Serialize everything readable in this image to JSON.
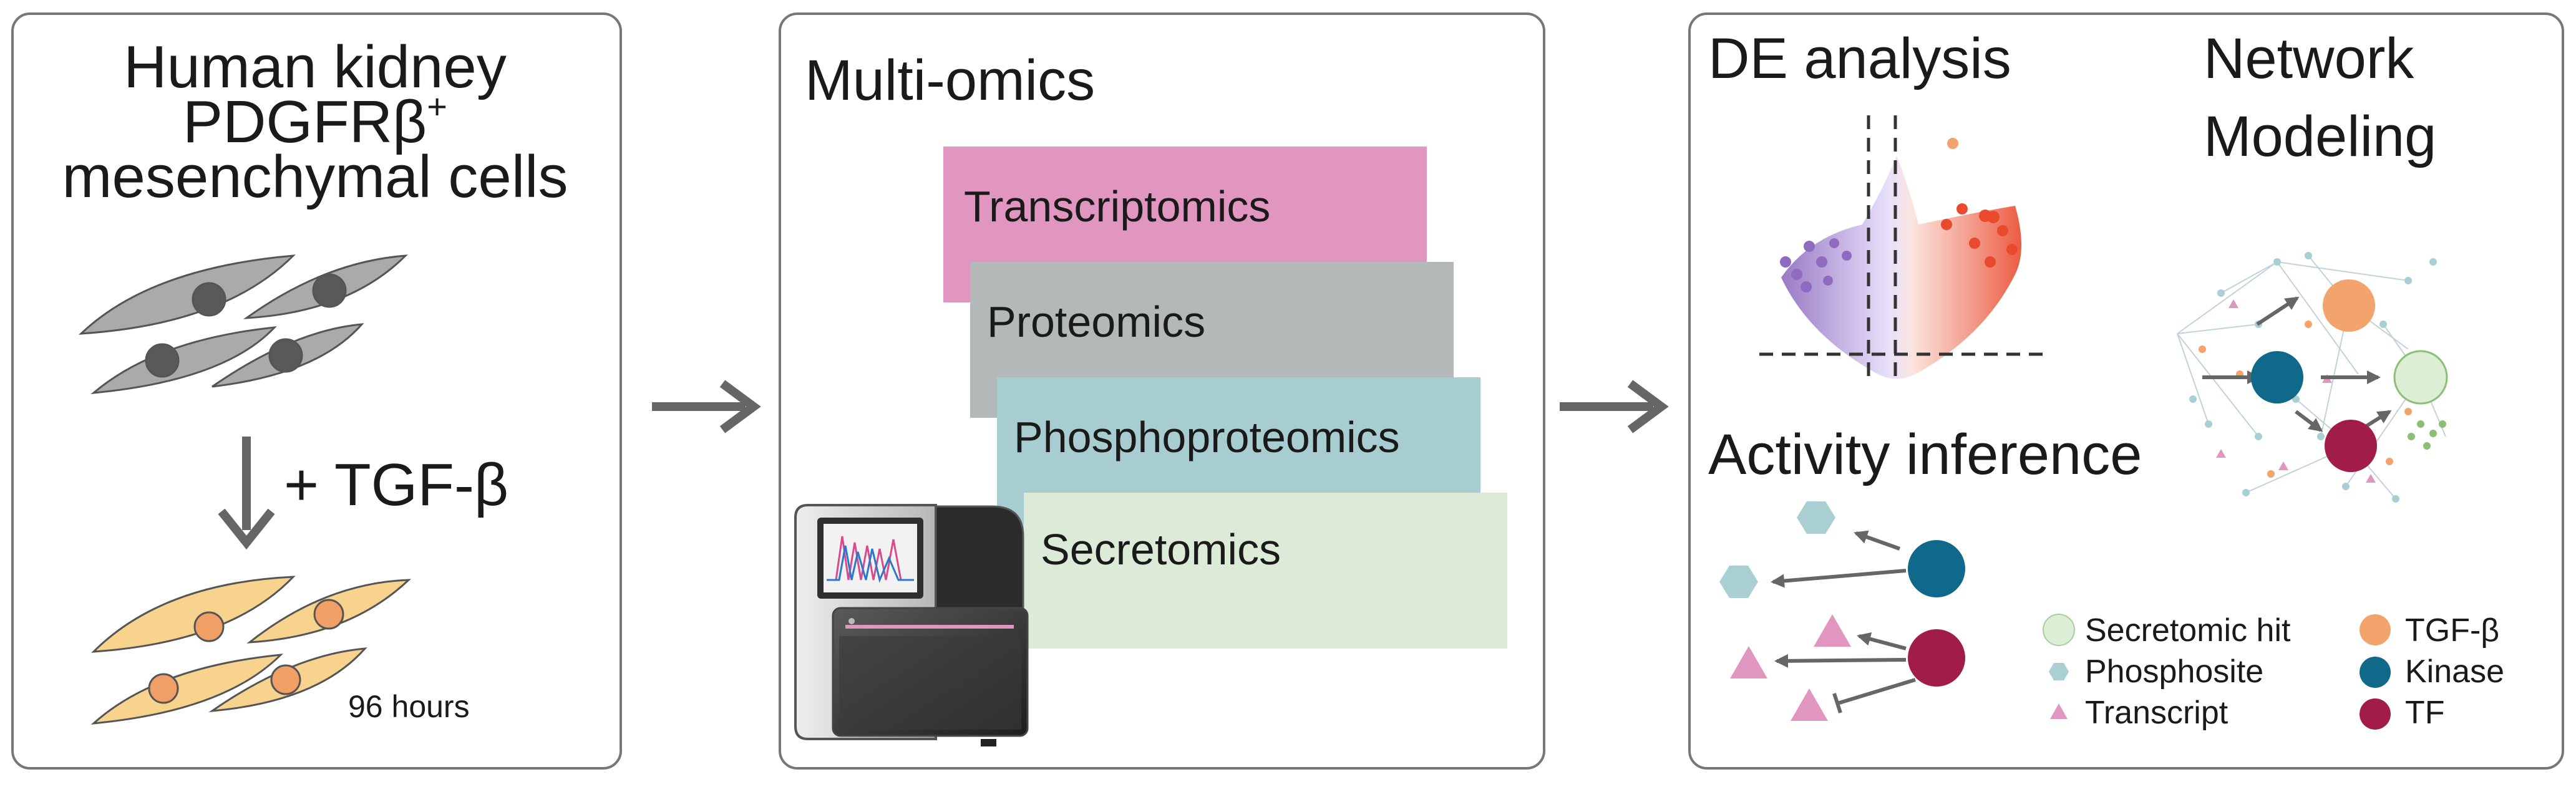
{
  "panel1": {
    "title_line1": "Human kidney",
    "title_line2_main": "PDGFRβ",
    "title_line2_sup": "+",
    "title_line3": "mesenchymal cells",
    "treatment": "+ TGF-β",
    "duration": "96 hours"
  },
  "panel2": {
    "title": "Multi-omics",
    "layers": [
      {
        "label": "Transcriptomics",
        "color": "#e196c0"
      },
      {
        "label": "Proteomics",
        "color": "#b3b9b8"
      },
      {
        "label": "Phosphoproteomics",
        "color": "#a8cdd1"
      },
      {
        "label": "Secretomics",
        "color": "#dcebd7"
      }
    ]
  },
  "panel3": {
    "de_title": "DE analysis",
    "network_title_line1": "Network",
    "network_title_line2": "Modeling",
    "activity_title": "Activity inference",
    "legend": [
      {
        "label": "Secretomic hit",
        "shape": "circle",
        "color": "#dcefd6"
      },
      {
        "label": "Phosphosite",
        "shape": "hexagon",
        "color": "#a9cfd3"
      },
      {
        "label": "Transcript",
        "shape": "triangle",
        "color": "#e196c0"
      },
      {
        "label": "TGF-β",
        "shape": "circle",
        "color": "#f3a46c"
      },
      {
        "label": "Kinase",
        "shape": "circle",
        "color": "#10688a"
      },
      {
        "label": "TF",
        "shape": "circle",
        "color": "#a21c4a"
      }
    ]
  },
  "colors": {
    "cell_untreated": "#a9aaab",
    "cell_untreated_nucleus": "#58595b",
    "cell_treated": "#f7d38d",
    "cell_treated_nucleus": "#f0a064",
    "arrow": "#666666",
    "panel_border": "#777777"
  }
}
